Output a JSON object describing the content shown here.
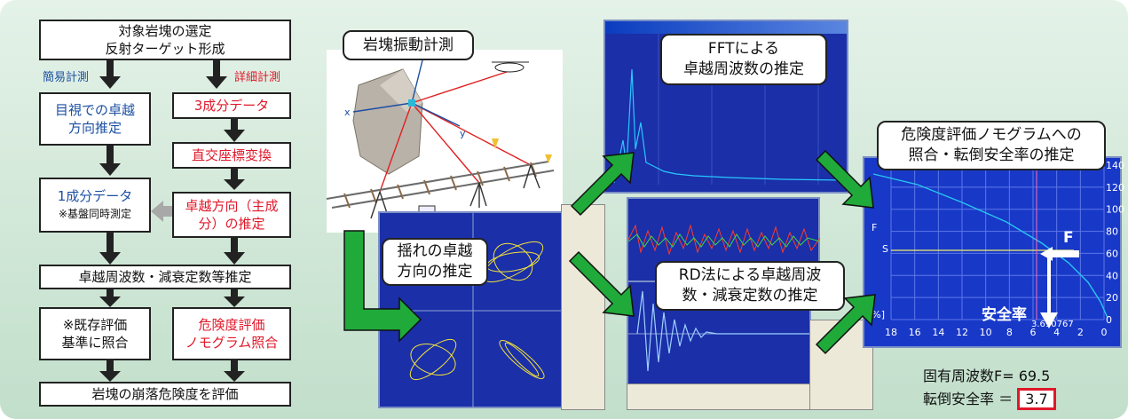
{
  "flow": {
    "select": "対象岩塊の選定\n反射ターゲット形成",
    "simple_label": "簡易計測",
    "detail_label": "詳細計測",
    "visual": "目視での卓越\n方向推定",
    "three_comp": "3成分データ",
    "ortho": "直交座標変換",
    "one_comp": "1成分データ",
    "one_comp_note": "※基盤同時測定",
    "dominant_dir": "卓越方向（主成\n分）の推定",
    "freq_est": "卓越周波数・減衰定数等推定",
    "existing": "※既存評価\n基準に照合",
    "nomogram": "危険度評価\nノモグラム照合",
    "evaluate": "岩塊の崩落危険度を評価"
  },
  "callouts": {
    "vibration": "岩塊振動計測",
    "fft": "FFTによる\n卓越周波数の推定",
    "sway": "揺れの卓越\n方向の推定",
    "rd": "RD法による卓越周波\n数・減衰定数の推定",
    "nomo": "危険度評価ノモグラムへの\n照合・転倒安全率の推定"
  },
  "nomogram_chart": {
    "x_ticks": [
      "18",
      "16",
      "14",
      "12",
      "10",
      "8",
      "6",
      "4",
      "2",
      "0"
    ],
    "y_ticks": [
      "140",
      "120",
      "100",
      "80",
      "60",
      "40",
      "20",
      "0"
    ],
    "f_label": "F",
    "s_label": "S",
    "pct_label": "[%]",
    "safety_label": "安全率",
    "readout": "3.690767"
  },
  "results": {
    "freq": "固有周波数F= 69.5",
    "safety_prefix": "転倒安全率 ＝",
    "safety_value": "3.7"
  },
  "colors": {
    "green_arrow": "#1faa3a",
    "blue_text": "#1c4fa3",
    "red_text": "#e0182a",
    "window_bg": "#1a2fa8"
  }
}
